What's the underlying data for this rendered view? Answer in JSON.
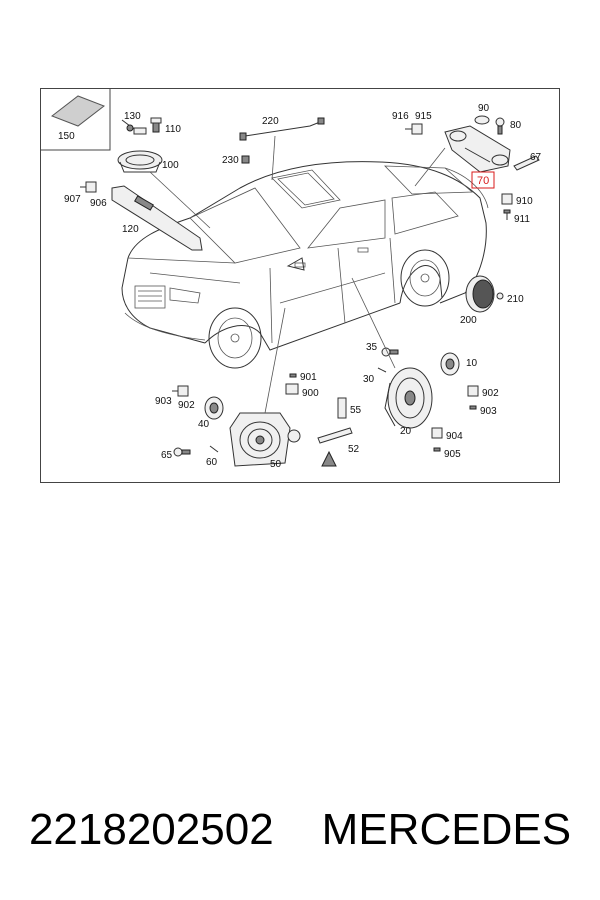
{
  "caption": {
    "part_number": "2218202502",
    "brand": "MERCEDES"
  },
  "callouts": {
    "c150": "150",
    "c130": "130",
    "c110": "110",
    "c100": "100",
    "c907": "907",
    "c906": "906",
    "c120": "120",
    "c220": "220",
    "c230": "230",
    "c916": "916",
    "c915": "915",
    "c90": "90",
    "c80": "80",
    "c67": "67",
    "c70": "70",
    "c910": "910",
    "c911": "911",
    "c210": "210",
    "c200": "200",
    "c35": "35",
    "c30": "30",
    "c10": "10",
    "c901": "901",
    "c900": "900",
    "c903": "903",
    "c902a": "902",
    "c40": "40",
    "c55": "55",
    "c902b": "902",
    "c903b": "903",
    "c904": "904",
    "c905": "905",
    "c20": "20",
    "c65": "65",
    "c60": "60",
    "c50": "50",
    "c52": "52"
  },
  "highlight_color": "#d81b1b"
}
